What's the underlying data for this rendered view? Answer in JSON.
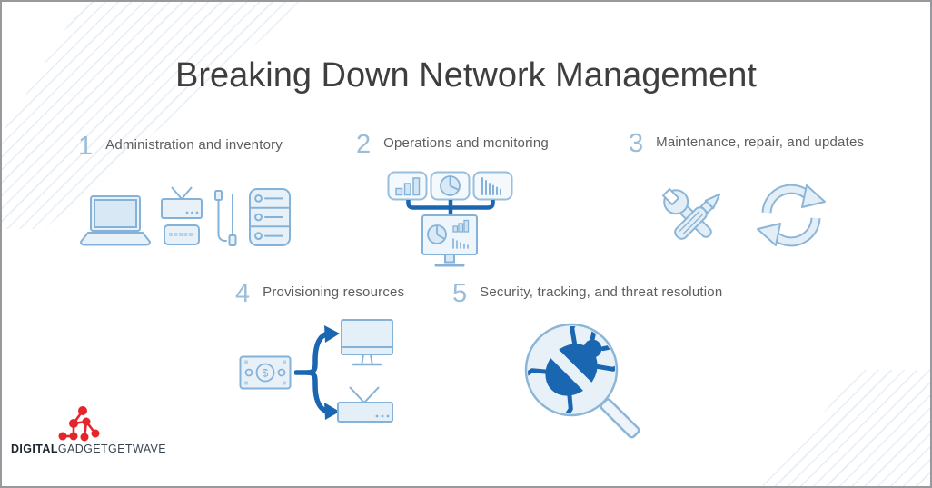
{
  "title": "Breaking Down Network Management",
  "steps": [
    {
      "number": "1",
      "label": "Administration and inventory",
      "icons": [
        "laptop-icon",
        "set-top-box-keyboard-icon",
        "cables-icon",
        "server-rack-icon"
      ]
    },
    {
      "number": "2",
      "label": "Operations and monitoring",
      "icons": [
        "bar-chart-card-icon",
        "pie-chart-card-icon",
        "histogram-card-icon",
        "monitoring-dashboard-icon"
      ]
    },
    {
      "number": "3",
      "label": "Maintenance, repair, and updates",
      "icons": [
        "wrench-screwdriver-icon",
        "refresh-arrows-icon"
      ]
    },
    {
      "number": "4",
      "label": "Provisioning resources",
      "icons": [
        "money-bill-icon",
        "split-arrows-icon",
        "monitor-icon",
        "set-top-box-icon"
      ]
    },
    {
      "number": "5",
      "label": "Security, tracking, and threat resolution",
      "icons": [
        "bug-magnifier-icon"
      ]
    }
  ],
  "money_symbol": "$",
  "logo": {
    "bold": "DIGITAL",
    "light": "GADGETGETWAVE"
  },
  "colors": {
    "title_text": "#3e3e3e",
    "label_text": "#5d5d5d",
    "number_text": "#9abdd9",
    "icon_stroke": "#85b2d8",
    "icon_fill": "#e8f1f8",
    "accent_dark_blue": "#1b66b1",
    "logo_red": "#e5252a",
    "logo_text": "#262e38"
  }
}
